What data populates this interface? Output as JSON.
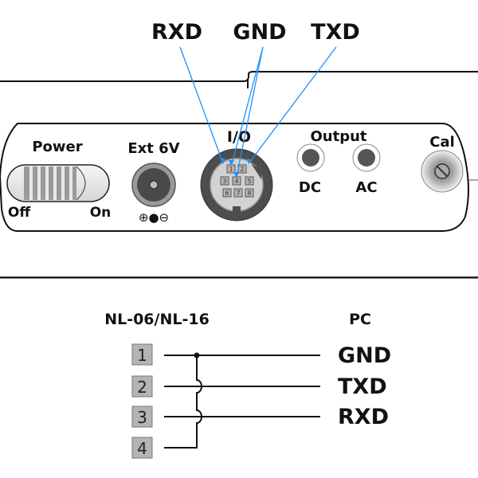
{
  "connector_labels": {
    "rxd": "RXD",
    "gnd": "GND",
    "txd": "TXD"
  },
  "panel": {
    "power": {
      "label": "Power",
      "off": "Off",
      "on": "On"
    },
    "ext": {
      "label": "Ext 6V",
      "polarity": "⊕●⊖"
    },
    "io": {
      "label": "I/O",
      "pins": [
        "1",
        "2",
        "3",
        "4",
        "5",
        "6",
        "7",
        "8"
      ]
    },
    "output": {
      "label": "Output",
      "dc": "DC",
      "ac": "AC"
    },
    "cal": {
      "label": "Cal"
    }
  },
  "wiring": {
    "left_title": "NL-06/NL-16",
    "right_title": "PC",
    "pins": [
      "1",
      "2",
      "3",
      "4"
    ],
    "signals": [
      "GND",
      "TXD",
      "RXD"
    ]
  },
  "colors": {
    "wire_annotation": "#1e90ff",
    "pin_fill": "#b4b4b4",
    "outline": "#111111"
  }
}
